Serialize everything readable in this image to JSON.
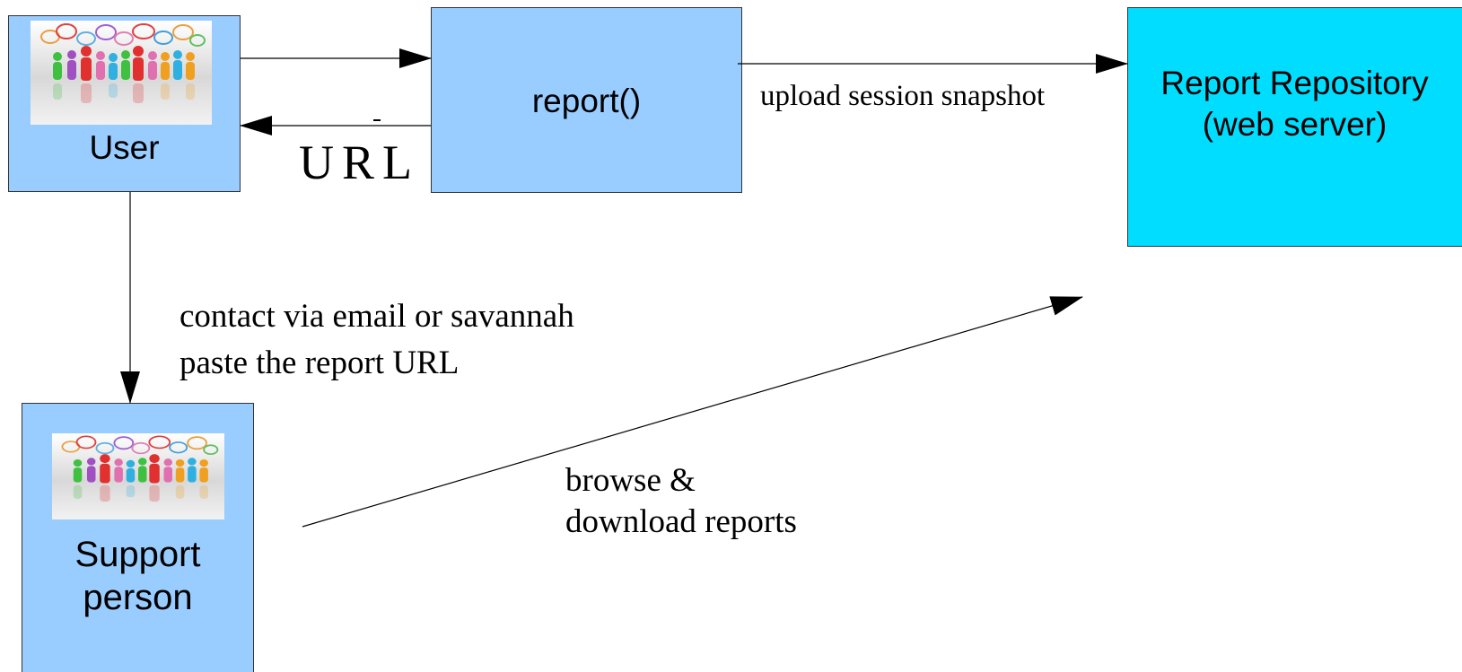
{
  "colors": {
    "box_blue": "#99ccff",
    "repo_cyan": "#00ddff",
    "line": "#000000"
  },
  "icons": {
    "people": "people-crowd-icon"
  },
  "nodes": {
    "user": {
      "label": "User"
    },
    "report": {
      "label": "report()"
    },
    "repo": {
      "line1": "Report Repository",
      "line2": "(web server)"
    },
    "support": {
      "line1": "Support",
      "line2": "person"
    }
  },
  "edges": {
    "upload": {
      "label": "upload session snapshot"
    },
    "url": {
      "label": "URL"
    },
    "contact": {
      "line1": "contact via email or savannah",
      "line2": "paste the report URL"
    },
    "browse": {
      "line1": "browse &",
      "line2": "download reports"
    }
  }
}
